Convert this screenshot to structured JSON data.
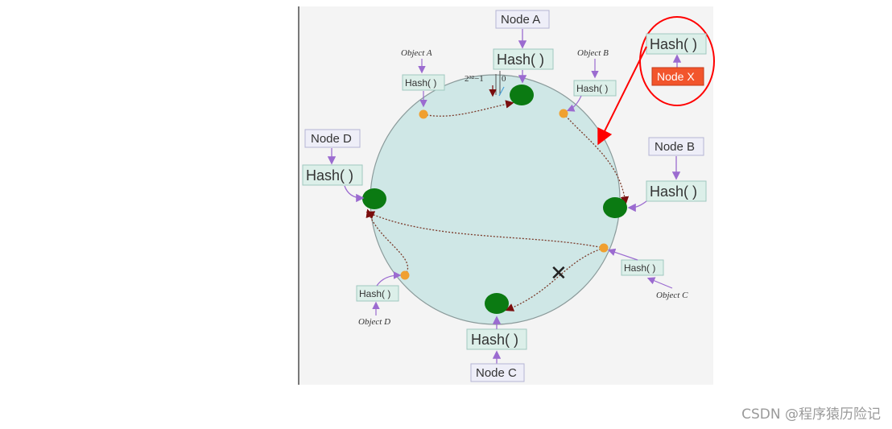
{
  "diagram": {
    "node_a": {
      "label": "Node A",
      "hash": "Hash( )"
    },
    "node_b": {
      "label": "Node B",
      "hash": "Hash( )"
    },
    "node_c": {
      "label": "Node C",
      "hash": "Hash( )"
    },
    "node_d": {
      "label": "Node D",
      "hash": "Hash( )"
    },
    "node_x": {
      "label": "Node X",
      "hash": "Hash( )"
    },
    "object_a": {
      "label": "Object A",
      "hash": "Hash( )"
    },
    "object_b": {
      "label": "Object B",
      "hash": "Hash( )"
    },
    "object_c": {
      "label": "Object C",
      "hash": "Hash( )"
    },
    "object_d": {
      "label": "Object D",
      "hash": "Hash( )"
    },
    "ring_start": "2³²−1",
    "ring_zero": "0",
    "removed_mark": "✕"
  },
  "colors": {
    "ring_fill": "#cfe7e6",
    "node_dot": "#0b7a12",
    "object_dot": "#f0a030",
    "label_box": "#eeeef8",
    "hash_box": "#dcefe9",
    "node_x_box": "#f2552c",
    "highlight": "#ff0000",
    "arrow": "#9b6bd0"
  },
  "watermark": "CSDN @程序猿历险记"
}
